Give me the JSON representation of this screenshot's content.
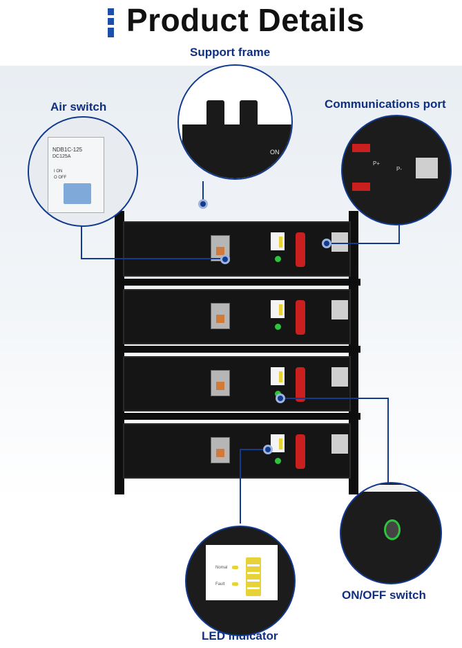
{
  "header": {
    "title": "Product Details"
  },
  "callouts": {
    "support_frame": "Support frame",
    "air_switch": "Air switch",
    "communications_port": "Communications port",
    "led_indicator": "LED indicator",
    "onoff_switch": "ON/OFF switch"
  },
  "details": {
    "breaker_model": "NDB1C-125",
    "breaker_rating": "DC125A",
    "breaker_on": "I ON",
    "breaker_off": "O OFF",
    "frame_on": "ON",
    "port_plus": "P+",
    "port_minus": "P-",
    "led_normal": "Nomal",
    "led_fault": "Fault"
  },
  "colors": {
    "accent": "#123a8f",
    "title": "#111111",
    "led_green": "#2ec43e",
    "cable_red": "#c9201f"
  },
  "icons": {
    "title_decoration": "vertical-bars-icon",
    "callout_marker": "circle-dot-icon"
  }
}
